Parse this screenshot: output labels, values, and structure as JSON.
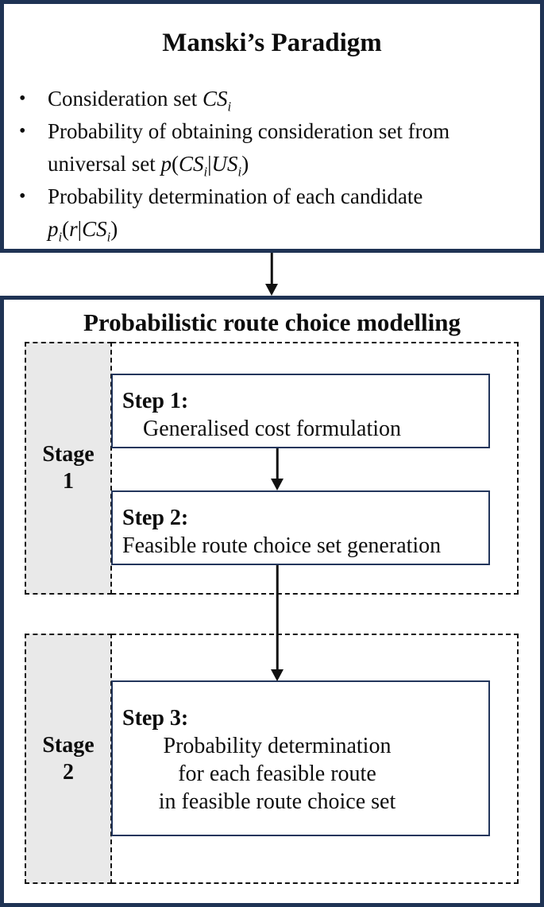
{
  "colors": {
    "outer_border_navy": "#1f3354",
    "step_border_navy": "#23365c",
    "stage_fill_gray": "#e9e9e9",
    "dashed_border": "#141414",
    "text": "#0d0d0d",
    "background": "#ffffff"
  },
  "top_box": {
    "title": "Manski’s Paradigm",
    "bullet_char": "•",
    "bullets": [
      [
        {
          "t": "Consideration set "
        },
        {
          "i": "CS"
        },
        {
          "sub": "i"
        }
      ],
      [
        {
          "t": "Probability of obtaining consideration set from"
        },
        {
          "br": true
        },
        {
          "t": "universal set "
        },
        {
          "i": "p"
        },
        {
          "t": "("
        },
        {
          "i": "CS"
        },
        {
          "sub": "i"
        },
        {
          "t": "|"
        },
        {
          "i": "US"
        },
        {
          "sub": "i"
        },
        {
          "t": ")"
        }
      ],
      [
        {
          "t": "Probability determination of each candidate"
        },
        {
          "br": true
        },
        {
          "i": "p"
        },
        {
          "sub": "i"
        },
        {
          "t": "("
        },
        {
          "i": "r"
        },
        {
          "t": "|"
        },
        {
          "i": "CS"
        },
        {
          "sub": "i"
        },
        {
          "t": ")"
        }
      ]
    ]
  },
  "bottom_box": {
    "title": "Probabilistic route choice modelling",
    "stages": [
      {
        "label_line1": "Stage",
        "label_line2": "1"
      },
      {
        "label_line1": "Stage",
        "label_line2": "2"
      }
    ],
    "steps": [
      {
        "heading": "Step 1:",
        "lines": [
          "Generalised cost formulation"
        ]
      },
      {
        "heading": "Step 2:",
        "lines": [
          "Feasible route choice set generation"
        ]
      },
      {
        "heading": "Step 3:",
        "lines": [
          "Probability determination",
          "for each feasible route",
          "in feasible route choice set"
        ]
      }
    ]
  }
}
